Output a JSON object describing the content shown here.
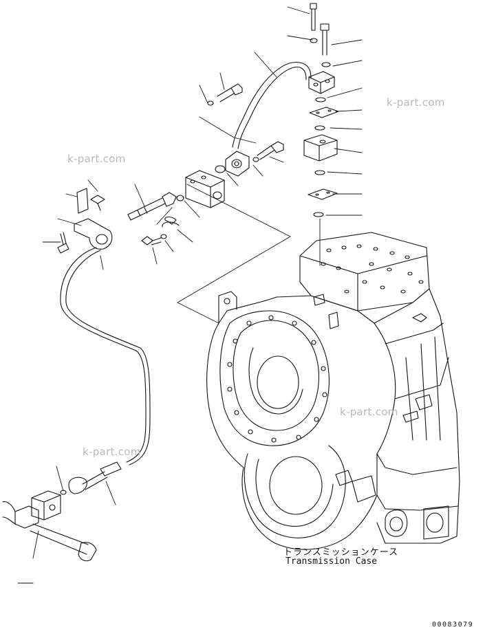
{
  "diagram": {
    "caption_jp": "トランスミッションケース",
    "caption_en": "Transmission Case",
    "document_number": "00083079",
    "watermarks": [
      "k-part.com",
      "k-part.com",
      "k-part.com",
      "k-part.com"
    ]
  }
}
